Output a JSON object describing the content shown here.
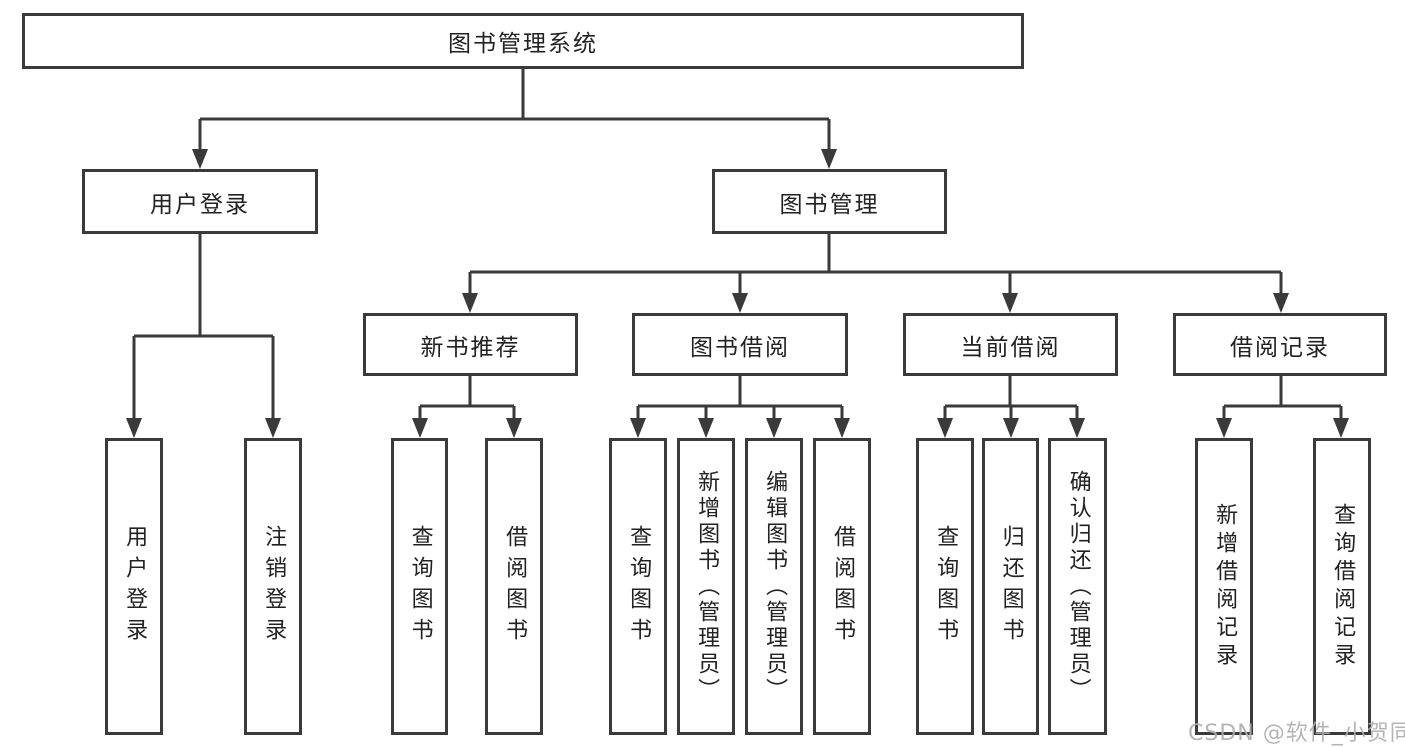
{
  "diagram_title": "图书管理系统",
  "tree": {
    "label": "图书管理系统",
    "children": [
      {
        "label": "用户登录",
        "children": [
          {
            "label": "用户登录"
          },
          {
            "label": "注销登录"
          }
        ]
      },
      {
        "label": "图书管理",
        "children": [
          {
            "label": "新书推荐",
            "children": [
              {
                "label": "查询图书"
              },
              {
                "label": "借阅图书"
              }
            ]
          },
          {
            "label": "图书借阅",
            "children": [
              {
                "label": "查询图书"
              },
              {
                "label": "新增图书（管理员）"
              },
              {
                "label": "编辑图书（管理员）"
              },
              {
                "label": "借阅图书"
              }
            ]
          },
          {
            "label": "当前借阅",
            "children": [
              {
                "label": "查询图书"
              },
              {
                "label": "归还图书"
              },
              {
                "label": "确认归还（管理员）"
              }
            ]
          },
          {
            "label": "借阅记录",
            "children": [
              {
                "label": "新增借阅记录"
              },
              {
                "label": "查询借阅记录"
              }
            ]
          }
        ]
      }
    ]
  },
  "watermark": {
    "text": "CSDN @软件_小贺同学"
  },
  "colors": {
    "line": "#3a3a3a",
    "box_border": "#3a3a3a",
    "text": "#222222",
    "watermark": "#aeaeae",
    "background": "#ffffff"
  }
}
